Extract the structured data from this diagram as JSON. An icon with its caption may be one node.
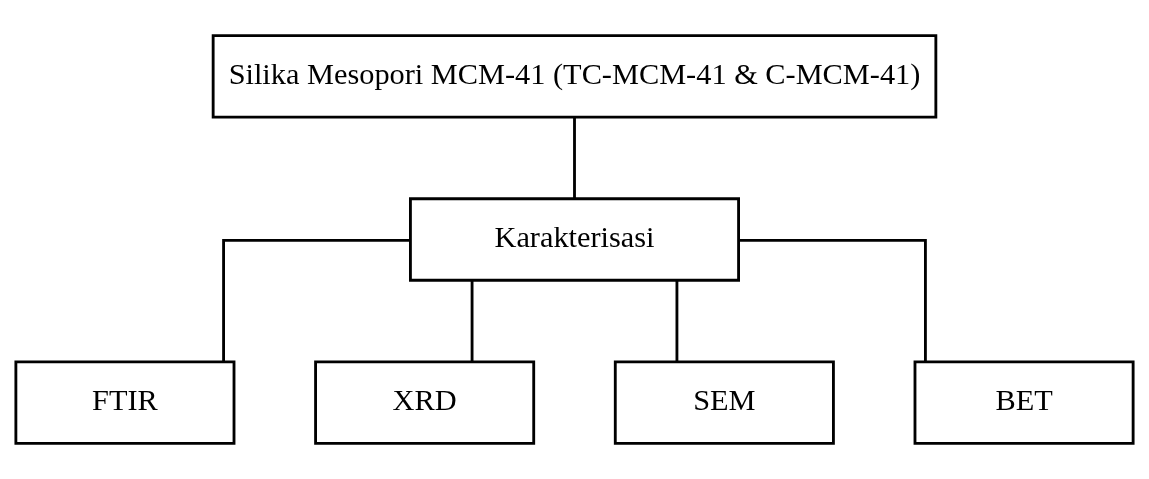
{
  "diagram": {
    "nodes": [
      {
        "text": [
          "Silika Mesopori MCM-41 (TC-MCM-41 & C-MCM-41)"
        ]
      },
      {
        "text": [
          "Karakterisasi"
        ]
      },
      {
        "text": [
          "FTIR"
        ]
      },
      {
        "text": [
          "XRD"
        ]
      },
      {
        "text": [
          "SEM"
        ]
      },
      {
        "text": [
          "BET"
        ]
      }
    ],
    "edges": [
      {
        "from": 0,
        "to": 1,
        "arrow": "none"
      },
      {
        "from": 1,
        "to": 2,
        "arrow": "none"
      },
      {
        "from": 1,
        "to": 3,
        "arrow": "none"
      },
      {
        "from": 1,
        "to": 4,
        "arrow": "none"
      },
      {
        "from": 1,
        "to": 5,
        "arrow": "none"
      }
    ]
  }
}
